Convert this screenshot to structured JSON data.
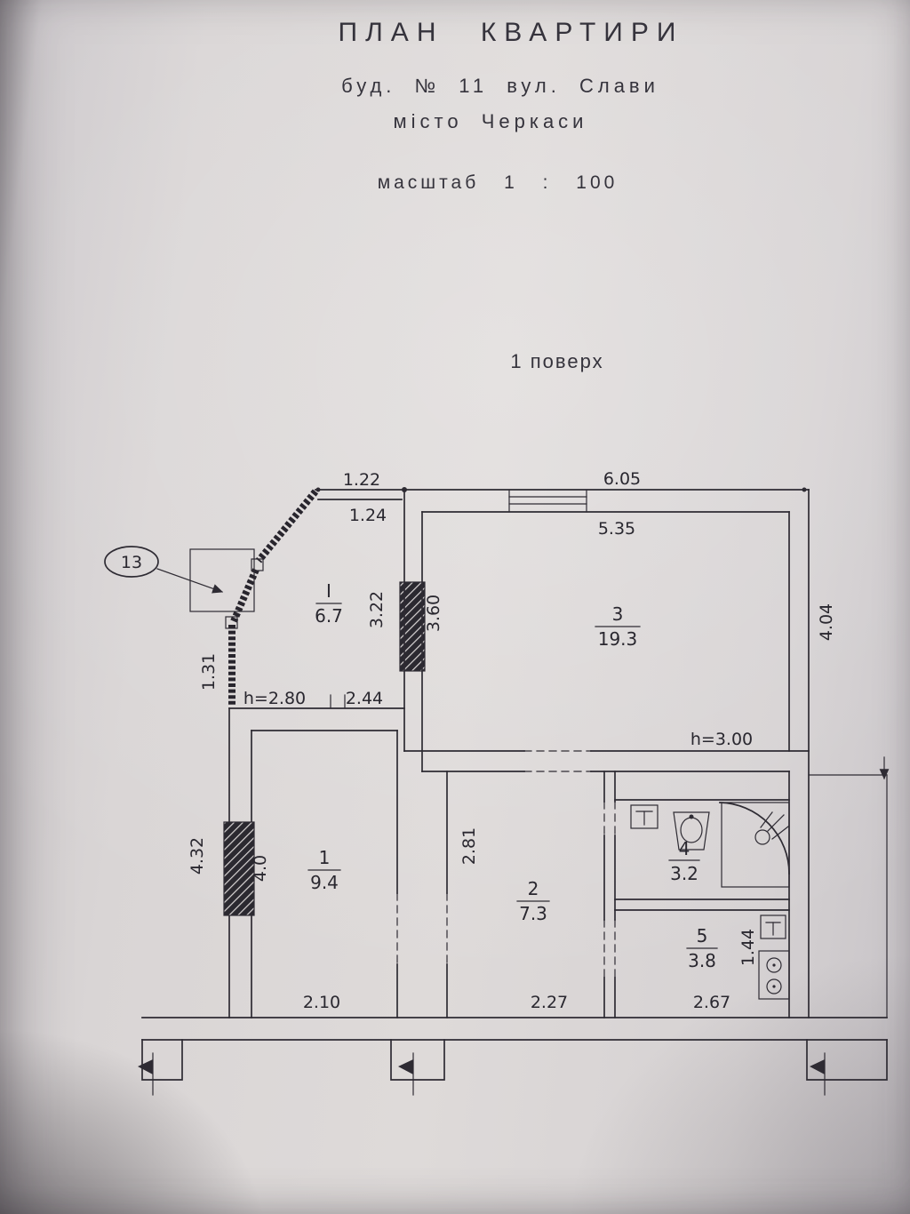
{
  "doc": {
    "title": "ПЛАН КВАРТИРИ",
    "address1": "буд. № 11 вул. Слави",
    "address2": "місто Черкаси",
    "scale": "масштаб 1 : 100",
    "floor": "1 поверх"
  },
  "plan": {
    "callout_13": "13",
    "rooms": {
      "balcony": {
        "num": "І",
        "area": "6.7"
      },
      "r1": {
        "num": "1",
        "area": "9.4"
      },
      "r2": {
        "num": "2",
        "area": "7.3"
      },
      "r3": {
        "num": "3",
        "area": "19.3"
      },
      "r4": {
        "num": "4",
        "area": "3.2"
      },
      "r5": {
        "num": "5",
        "area": "3.8"
      }
    },
    "dims": {
      "d122": "1.22",
      "d124": "1.24",
      "d605": "6.05",
      "d535": "5.35",
      "d322": "3.22",
      "d360": "3.60",
      "d404": "4.04",
      "d131": "1.31",
      "h280": "h=2.80",
      "d244": "2.44",
      "d432": "4.32",
      "d40": "4.0",
      "d281": "2.81",
      "h300": "h=3.00",
      "d144": "1.44",
      "d210": "2.10",
      "d227": "2.27",
      "d267": "2.67"
    }
  }
}
